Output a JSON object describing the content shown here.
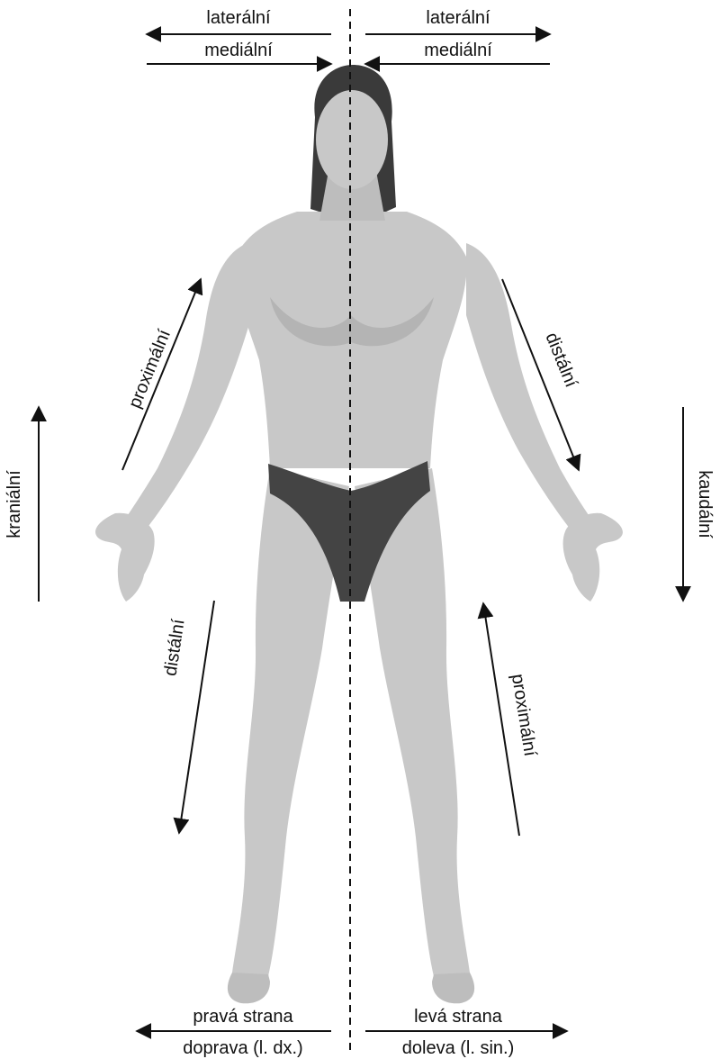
{
  "labels": {
    "top_left_lateral": "laterální",
    "top_left_medial": "mediální",
    "top_right_lateral": "laterální",
    "top_right_medial": "mediální",
    "arm_left_proximal": "proximální",
    "arm_right_distal": "distální",
    "cranial": "kraniální",
    "caudal": "kaudální",
    "leg_left_distal": "distální",
    "leg_right_proximal": "proximální",
    "right_side": "pravá strana",
    "left_side": "levá strana",
    "to_right": "doprava (l. dx.)",
    "to_left": "doleva (l. sin.)"
  },
  "figure": {
    "description_icon": "anatomical-human-figure"
  },
  "colors": {
    "ink": "#111111",
    "skin": "#c8c8c8",
    "skin_shade": "#a9a9a9",
    "hair": "#3a3a3a",
    "briefs": "#444444"
  }
}
